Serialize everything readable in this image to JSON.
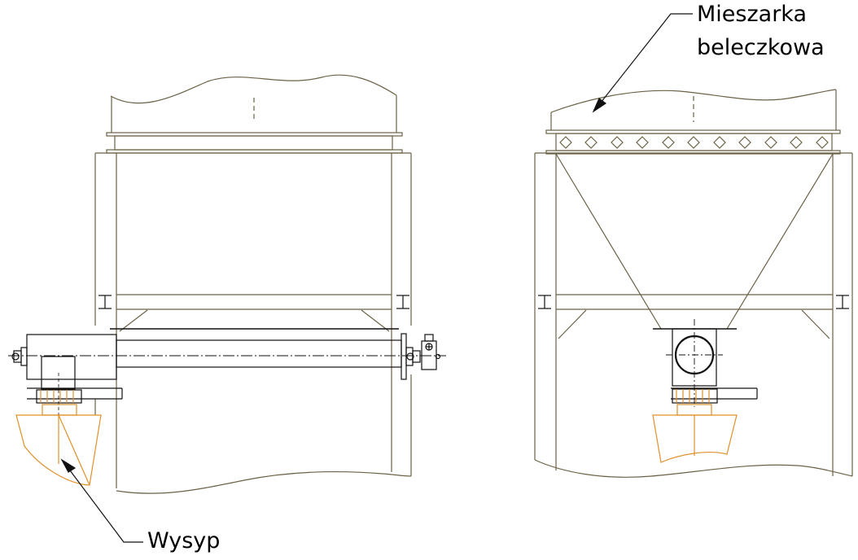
{
  "labels": {
    "mixer_line1": "Mieszarka",
    "mixer_line2": "beleczkowa",
    "outlet": "Wysyp"
  },
  "colors": {
    "frame": "#6b6246",
    "orange": "#e0902a",
    "dark": "#111111",
    "background": "#ffffff"
  }
}
